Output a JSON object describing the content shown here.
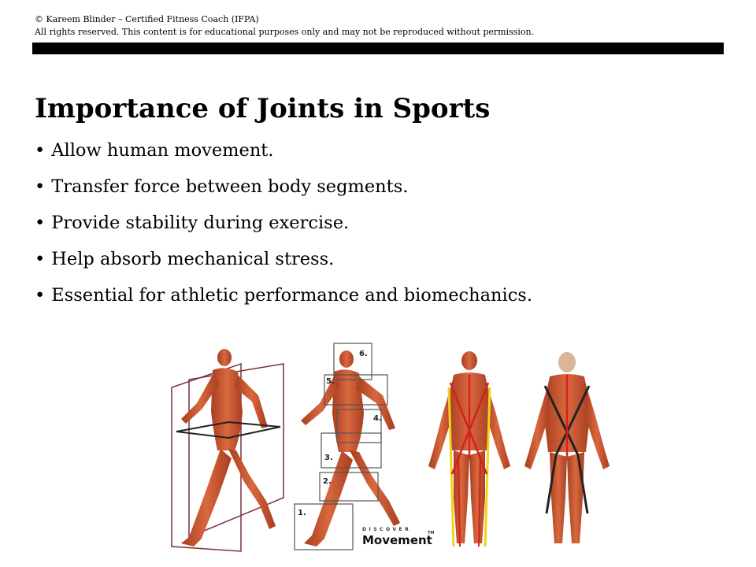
{
  "header": {
    "copyright": "© Kareem Blinder – Certified Fitness Coach (IFPA)",
    "rights": "All rights reserved. This content is for educational purposes only and may not be reproduced without permission."
  },
  "slide": {
    "title": "Importance of Joints in Sports",
    "bullets": [
      "Allow human movement.",
      "Transfer force between body segments.",
      "Provide stability during exercise.",
      "Help absorb mechanical stress.",
      "Essential for athletic performance and biomechanics."
    ]
  },
  "figure": {
    "box_labels": [
      "6.",
      "5.",
      "4.",
      "3.",
      "2.",
      "1."
    ],
    "logo_top": "DISCOVER",
    "logo_main": "Movement",
    "logo_tm": "TM",
    "colors": {
      "muscle": "#c8552f",
      "muscle_dark": "#8e3018",
      "plane": "#7a3040",
      "line_yellow": "#f2d21e",
      "line_red": "#d42020"
    }
  }
}
